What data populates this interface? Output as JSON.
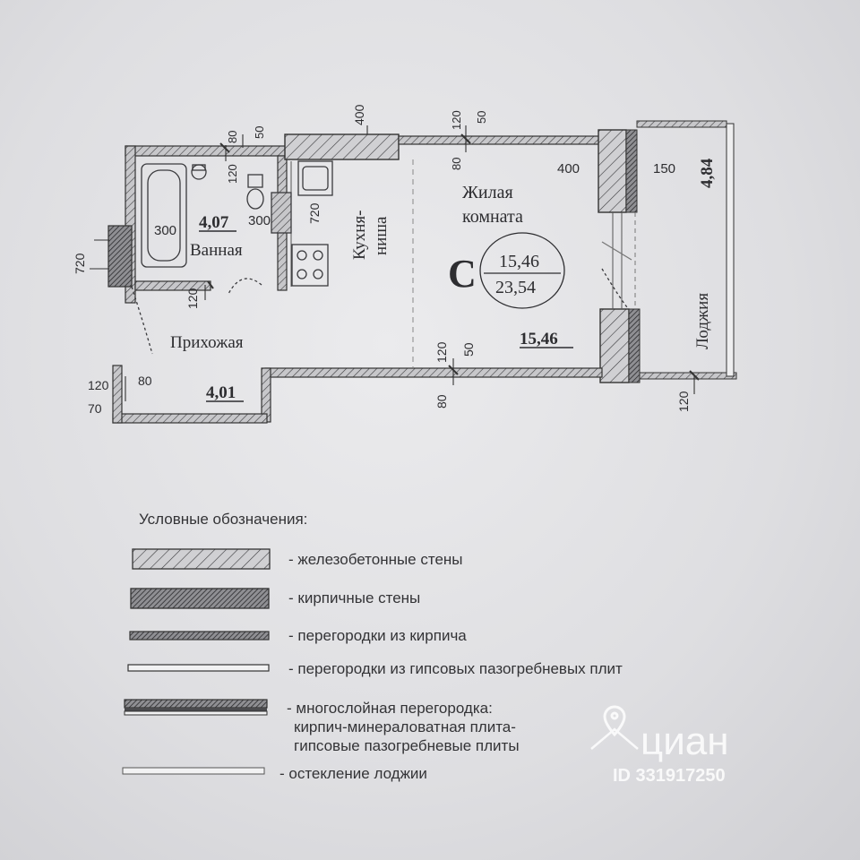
{
  "plan": {
    "rooms": {
      "living_name_1": "Жилая",
      "living_name_2": "комната",
      "kitchen_name_1": "Кухня-",
      "kitchen_name_2": "ниша",
      "bathroom_name": "Ванная",
      "hallway_name": "Прихожая",
      "loggia_name": "Лоджия"
    },
    "areas": {
      "bathroom": "4,07",
      "hallway": "4,01",
      "living": "15,46",
      "loggia": "4,84"
    },
    "apartment": {
      "type_letter": "С",
      "living_area": "15,46",
      "total_area": "23,54"
    },
    "dimensions": {
      "d80_top": "80",
      "d50_top": "50",
      "d120_top": "120",
      "d400_top": "400",
      "d120_top2": "120",
      "d50_top2": "50",
      "d80_top2": "80",
      "d400_right": "400",
      "d150_right": "150",
      "d720_left": "720",
      "d300_a": "300",
      "d300_b": "300",
      "d720_kitchen": "720",
      "d120_bath": "120",
      "d120_mid": "120",
      "d50_mid": "50",
      "d80_mid": "80",
      "d120_left": "120",
      "d80_left": "80",
      "d70_left": "70",
      "d120_loggia": "120"
    }
  },
  "legend": {
    "title": "Условные обозначения:",
    "items": [
      {
        "text": "- железобетонные стены"
      },
      {
        "text": "- кирпичные стены"
      },
      {
        "text": "- перегородки из кирпича"
      },
      {
        "text": "- перегородки из гипсовых пазогребневых плит"
      },
      {
        "text": "- многослойная перегородка:"
      },
      {
        "text": "кирпич-минераловатная плита-"
      },
      {
        "text": "гипсовые пазогребневые плиты"
      },
      {
        "text": "- остекление лоджии"
      }
    ]
  },
  "watermark": {
    "brand": "циан",
    "id_text": "ID 331917250"
  },
  "colors": {
    "paper": "#e6e6e8",
    "ink": "#2d2d30",
    "wall_fill": "#b9b9bd",
    "watermark": "#ffffff"
  }
}
